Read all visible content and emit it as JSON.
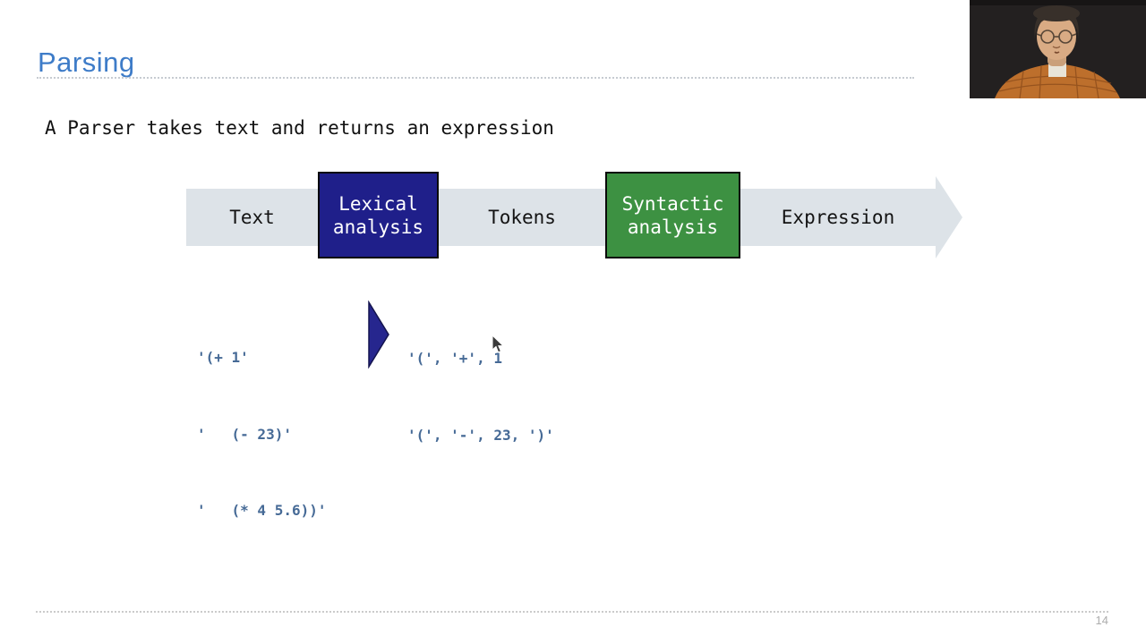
{
  "slide": {
    "title": "Parsing",
    "subtitle": "A Parser takes text and returns an expression",
    "page_number": "14"
  },
  "pipeline": {
    "stage_labels": [
      "Text",
      "Tokens",
      "Expression"
    ],
    "boxes": [
      {
        "label": "Lexical\nanalysis",
        "color": "#1f1f8a"
      },
      {
        "label": "Syntactic\nanalysis",
        "color": "#3d9142"
      }
    ]
  },
  "example": {
    "input_lines": [
      "'(+ 1'",
      "'   (- 23)'",
      "'   (* 4 5.6))'"
    ],
    "output_lines": [
      "'(', '+', 1",
      "'(', '-', 23, ')'"
    ]
  },
  "colors": {
    "title_blue": "#3e7cc8",
    "band_gray": "#dde3e8",
    "navy_box": "#1f1f8a",
    "green_box": "#3d9142",
    "code_blue": "#466a96"
  }
}
